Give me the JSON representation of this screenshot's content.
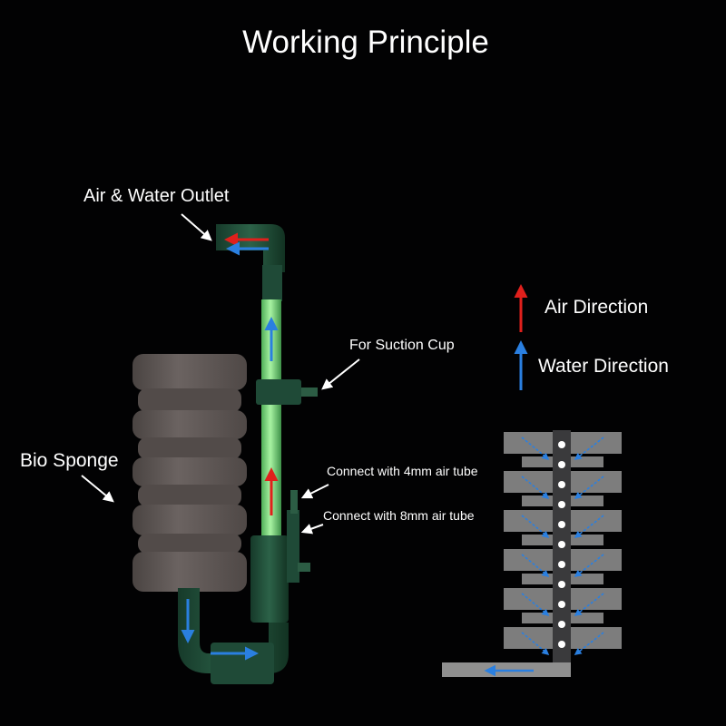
{
  "title": "Working Principle",
  "labels": {
    "outlet": "Air & Water Outlet",
    "suction": "For Suction Cup",
    "sponge": "Bio Sponge",
    "tube4": "Connect with 4mm air tube",
    "tube8": "Connect with 8mm air tube"
  },
  "legend": {
    "air": "Air Direction",
    "water": "Water Direction"
  },
  "colors": {
    "background": "#020203",
    "air_arrow": "#e0201c",
    "water_arrow": "#2a7fe0",
    "sponge": "#5e5654",
    "housing": "#1f4a37",
    "tube": "#8de88a"
  }
}
